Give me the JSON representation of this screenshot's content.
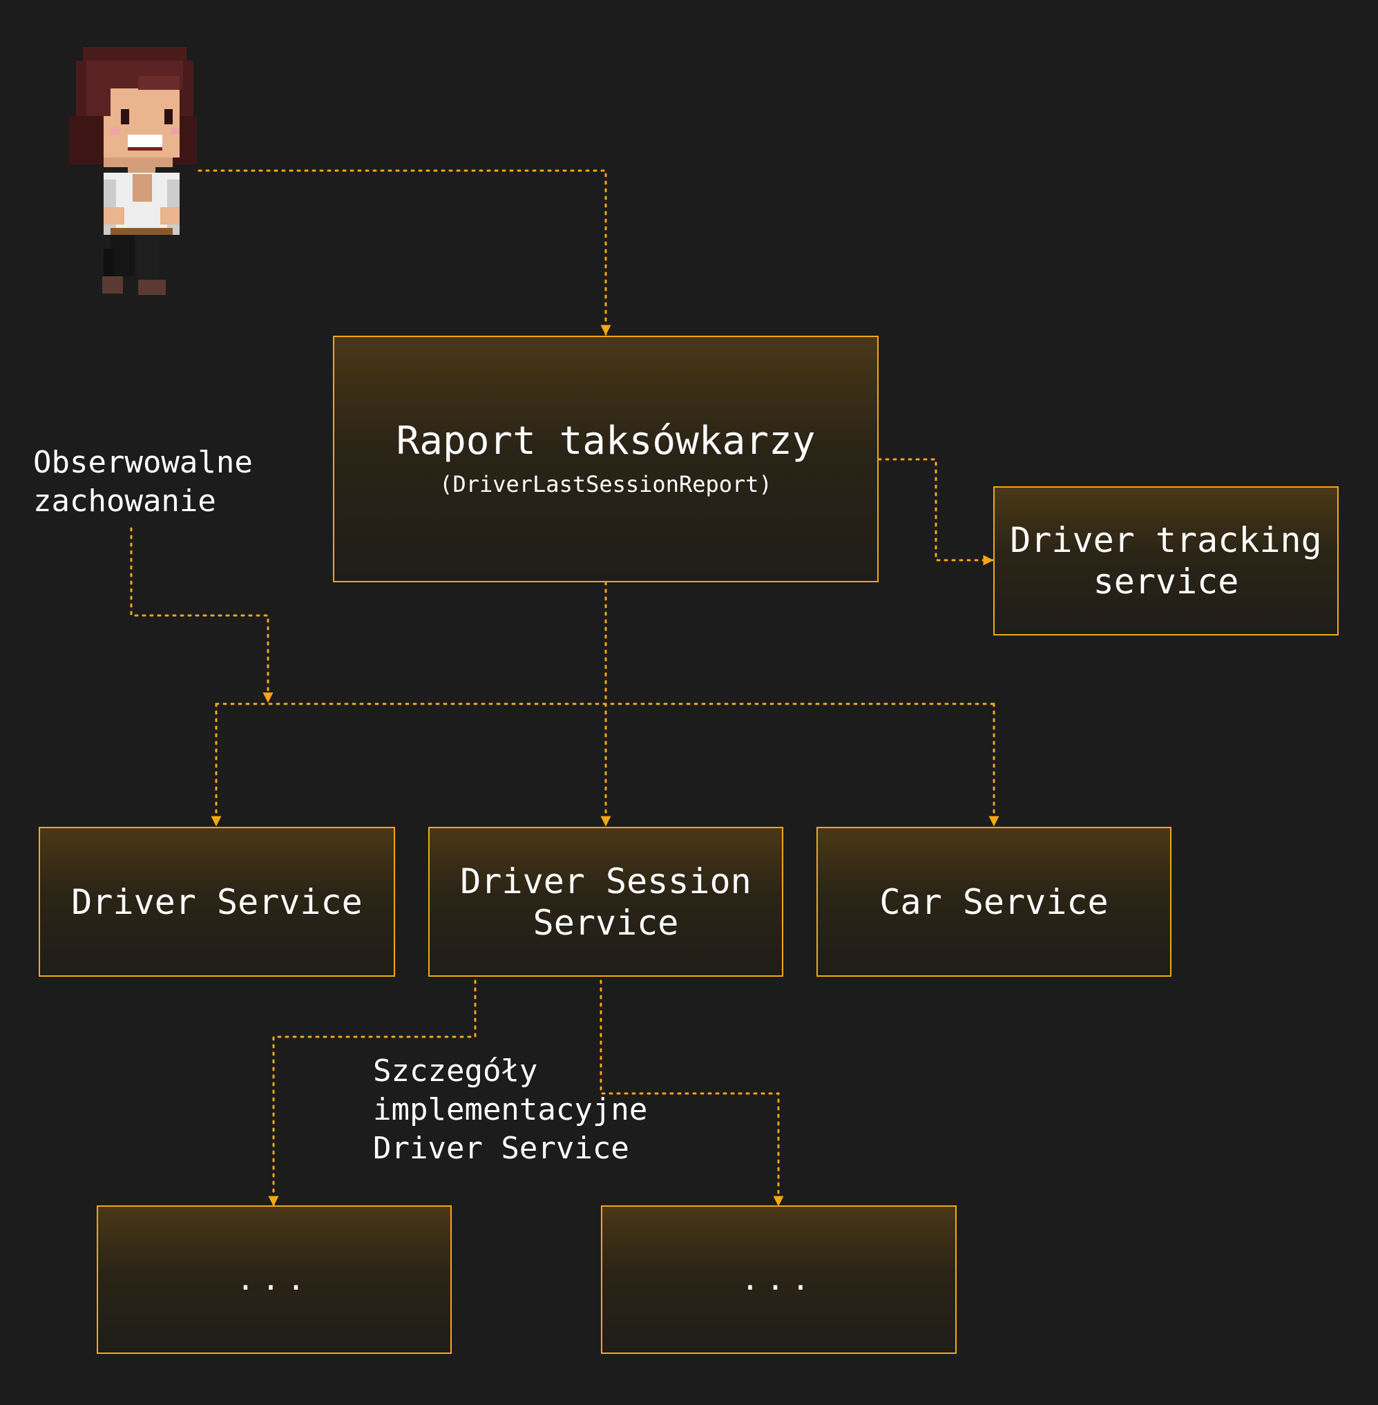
{
  "colors": {
    "background": "#1c1c1c",
    "accent": "#f5a814",
    "text": "#ffffff"
  },
  "actor": {
    "icon": "pixel-woman-icon"
  },
  "labels": {
    "observable": "Obserwowalne\nzachowanie",
    "implementation": "Szczegóły\nimplementacyjne\nDriver Service"
  },
  "boxes": {
    "report": {
      "title": "Raport taksówkarzy",
      "subtitle": "(DriverLastSessionReport)"
    },
    "tracking": {
      "title": "Driver tracking\nservice"
    },
    "driver_service": {
      "title": "Driver Service"
    },
    "session_service": {
      "title": "Driver Session\nService"
    },
    "car_service": {
      "title": "Car Service"
    },
    "detail_left": {
      "title": "..."
    },
    "detail_right": {
      "title": "..."
    }
  }
}
